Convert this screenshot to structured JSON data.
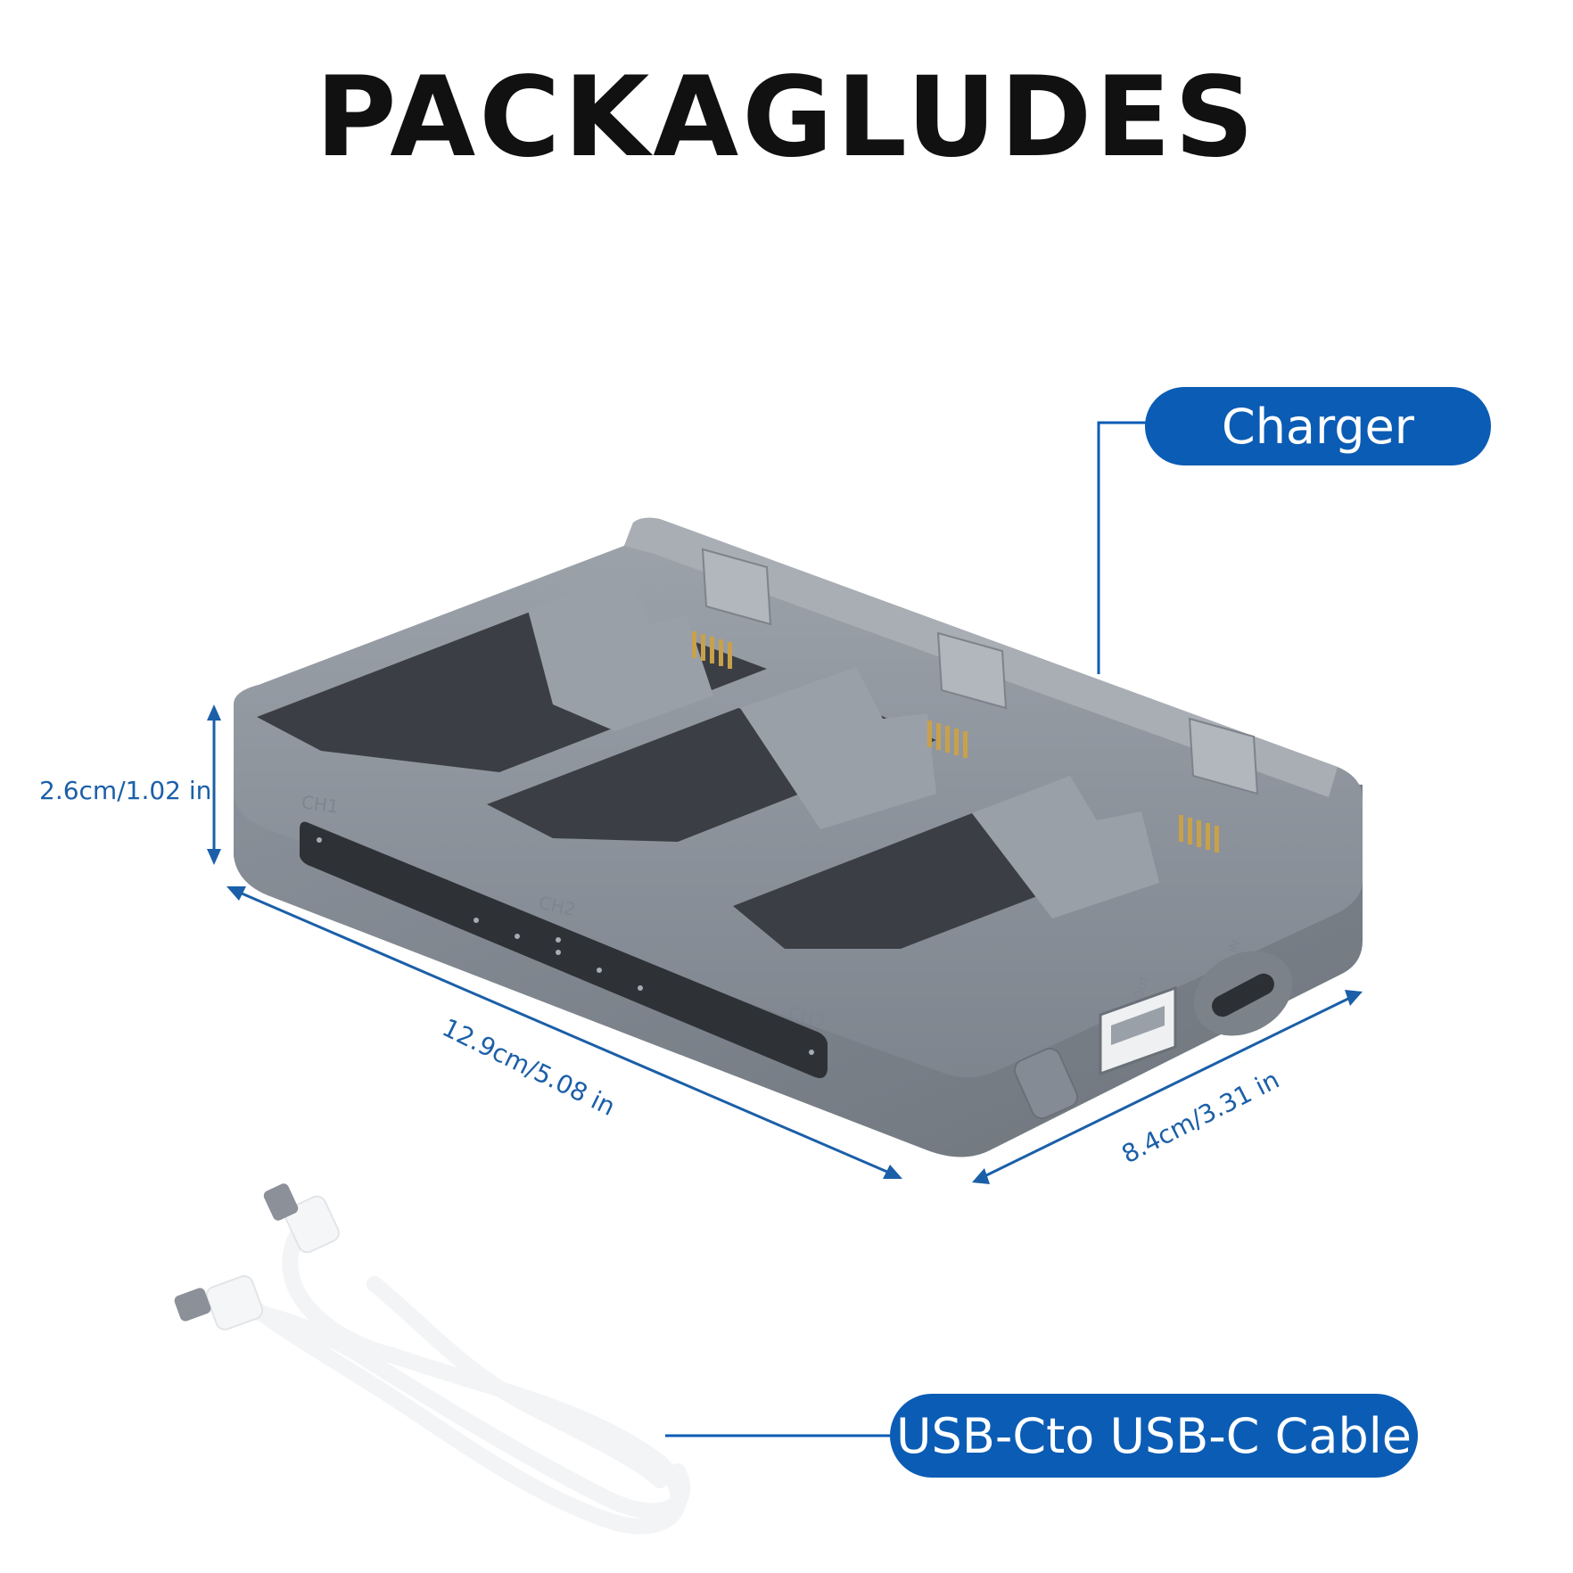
{
  "title": "PACKAGLUDES",
  "labels": {
    "charger": "Charger",
    "cable": "USB-Cto USB-C Cable"
  },
  "dimensions": {
    "height": "2.6cm/1.02 in",
    "length": "12.9cm/5.08 in",
    "width": "8.4cm/3.31 in"
  },
  "device_markings": {
    "ch1": "CH1",
    "ch2": "CH2",
    "ch3": "CH3",
    "out_led": "OUT",
    "usb_out": "OUT",
    "usb_in": "IN"
  },
  "colors": {
    "label_fill": "#0b5cb4",
    "dimension_line": "#1b5fa8",
    "charger_body": "#8f959e",
    "charger_dark": "#3b3f45",
    "cable": "#f4f6f8"
  }
}
